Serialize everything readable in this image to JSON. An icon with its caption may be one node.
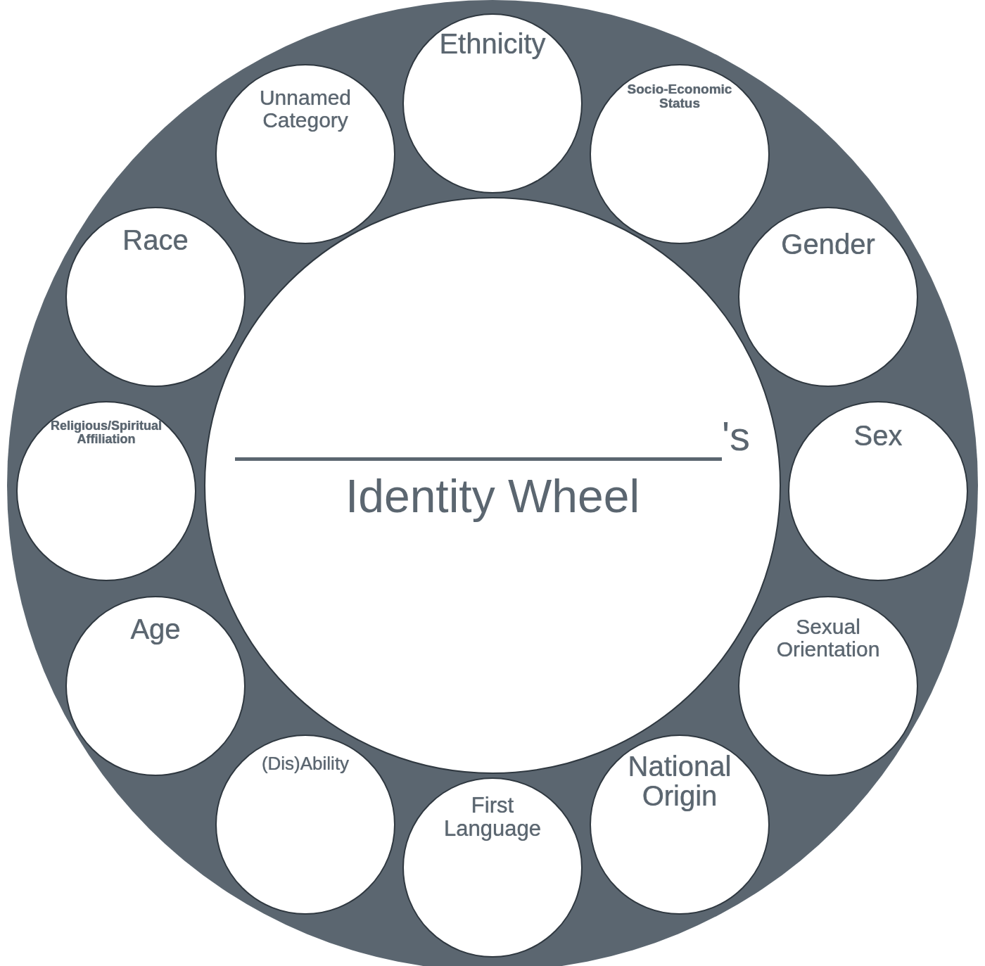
{
  "diagram": {
    "nodes": [
      {
        "text": [],
        "shape": "circle"
      },
      {
        "text": [
          "'s",
          "Identity Wheel"
        ],
        "in": 0
      },
      {
        "text": [
          "Ethnicity"
        ],
        "in": 0
      },
      {
        "text": [
          "Socio-Economic Status"
        ],
        "in": 0
      },
      {
        "text": [
          "Gender"
        ],
        "in": 0
      },
      {
        "text": [
          "Sex"
        ],
        "in": 0
      },
      {
        "text": [
          "Sexual Orientation"
        ],
        "in": 0
      },
      {
        "text": [
          "National Origin"
        ],
        "in": 0
      },
      {
        "text": [
          "First Language"
        ],
        "in": 0
      },
      {
        "text": [
          "(Dis)Ability"
        ],
        "in": 0
      },
      {
        "text": [
          "Age"
        ],
        "in": 0
      },
      {
        "text": [
          "Religious/Spiritual Affiliation"
        ],
        "in": 0
      },
      {
        "text": [
          "Race"
        ],
        "in": 0
      },
      {
        "text": [
          "Unnamed Category"
        ],
        "in": 0
      }
    ],
    "edges": []
  }
}
